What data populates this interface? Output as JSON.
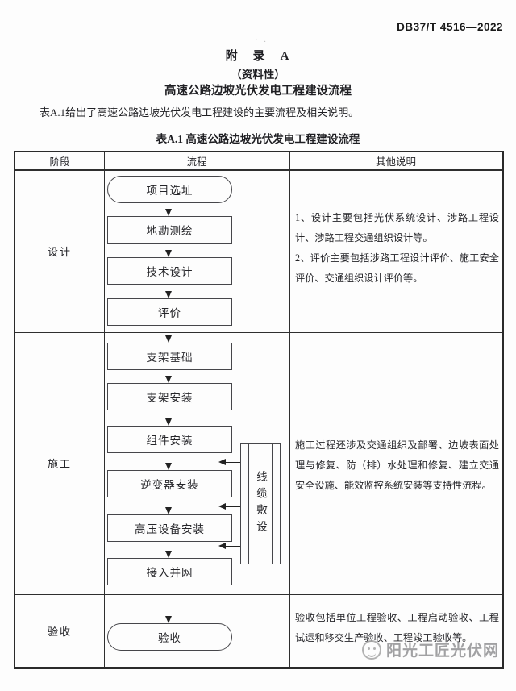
{
  "header": {
    "doc_number": "DB37/T 4516—2022"
  },
  "titles": {
    "appendix": "附　录　A",
    "classification": "（资料性）",
    "subject": "高速公路边坡光伏发电工程建设流程"
  },
  "intro": "表A.1给出了高速公路边坡光伏发电工程建设的主要流程及相关说明。",
  "table_caption": "表A.1 高速公路边坡光伏发电工程建设流程",
  "table": {
    "headers": {
      "stage": "阶段",
      "process": "流程",
      "notes": "其他说明"
    },
    "stages": {
      "design": "设计",
      "construction": "施工",
      "acceptance": "验收"
    },
    "flow": {
      "design": [
        "项目选址",
        "地勘测绘",
        "技术设计",
        "评价"
      ],
      "construction": [
        "支架基础",
        "支架安装",
        "组件安装",
        "逆变器安装",
        "高压设备安装",
        "接入并网"
      ],
      "acceptance_node": "验收",
      "side_box": "线缆敷设"
    },
    "notes": {
      "design_1": "1、设计主要包括光伏系统设计、涉路工程设计、涉路工程交通组织设计等。",
      "design_2": "2、评价主要包括涉路工程设计评价、施工安全评价、交通组织设计评价等。",
      "construction": "施工过程还涉及交通组织及部署、边坡表面处理与修复、防（排）水处理和修复、建立交通安全设施、能效监控系统安装等支持性流程。",
      "acceptance": "验收包括单位工程验收、工程启动验收、工程试运和移交生产验收、工程竣工验收等。"
    }
  },
  "watermark": {
    "label": "阳光工匠光伏网"
  },
  "colors": {
    "ink": "#1f1f23",
    "line": "#2f2f2f",
    "watermark": "#98989a"
  }
}
